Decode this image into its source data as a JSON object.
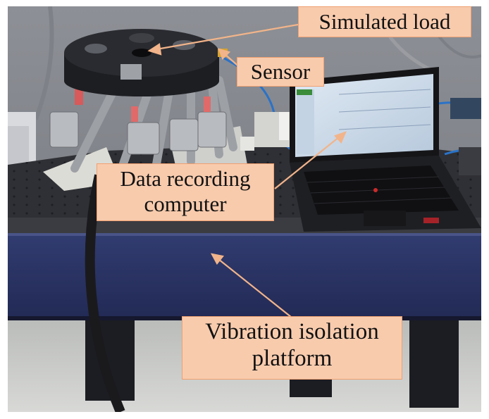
{
  "labels": {
    "simulated_load": "Simulated load",
    "sensor": "Sensor",
    "data_recording_line1": "Data recording",
    "data_recording_line2": "computer",
    "vibration_line1": "Vibration isolation",
    "vibration_line2": "platform"
  },
  "colors": {
    "callout_fill": "#f8cbad",
    "callout_border": "#f0a070",
    "arrow": "#f2b48a",
    "platform_blue": "#2b3566",
    "table_top": "#3a3b40"
  }
}
